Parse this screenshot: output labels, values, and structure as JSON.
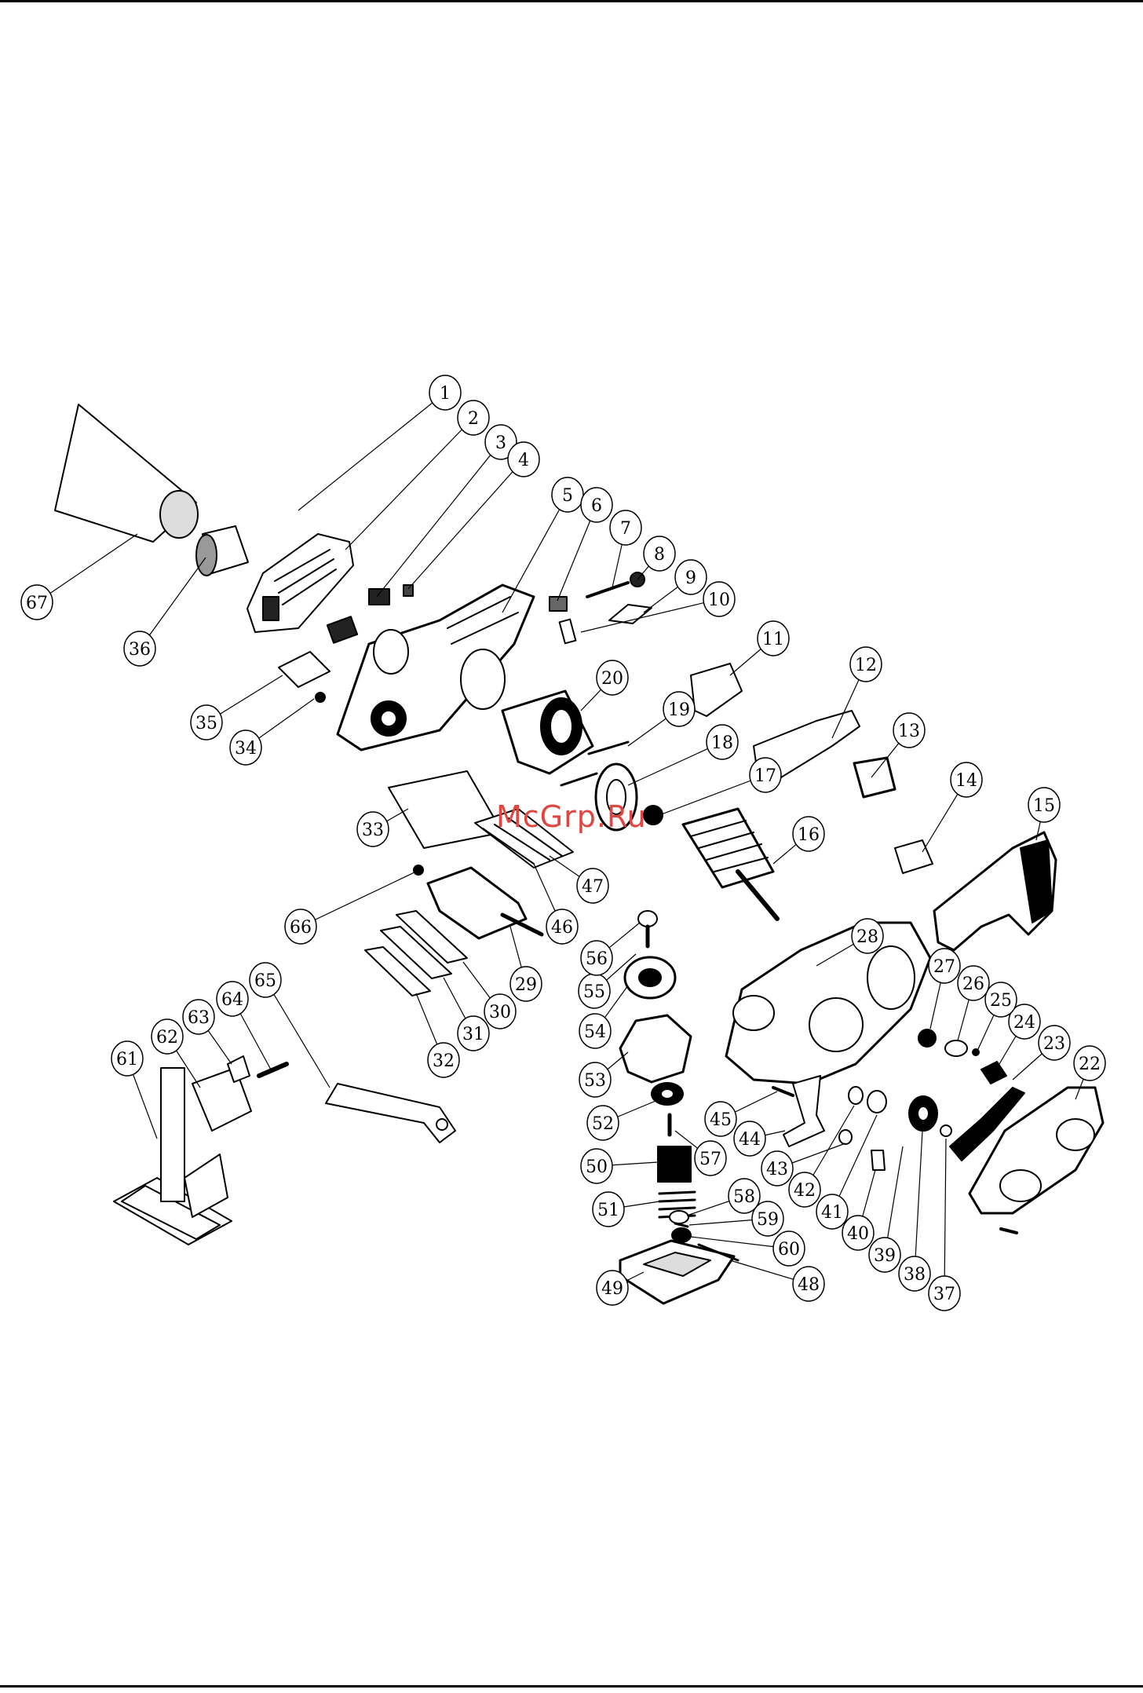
{
  "watermark": "McGrp.Ru",
  "colors": {
    "ink": "#000000",
    "watermark": "#e0463f"
  },
  "part_numbers": [
    "1",
    "2",
    "3",
    "4",
    "5",
    "6",
    "7",
    "8",
    "9",
    "10",
    "11",
    "12",
    "13",
    "14",
    "15",
    "16",
    "17",
    "18",
    "19",
    "20",
    "22",
    "23",
    "24",
    "25",
    "26",
    "27",
    "28",
    "29",
    "30",
    "31",
    "32",
    "33",
    "34",
    "35",
    "36",
    "37",
    "38",
    "39",
    "40",
    "41",
    "42",
    "43",
    "44",
    "45",
    "46",
    "47",
    "48",
    "49",
    "50",
    "51",
    "52",
    "53",
    "54",
    "55",
    "56",
    "57",
    "58",
    "59",
    "60",
    "61",
    "62",
    "63",
    "64",
    "65",
    "66",
    "67"
  ]
}
